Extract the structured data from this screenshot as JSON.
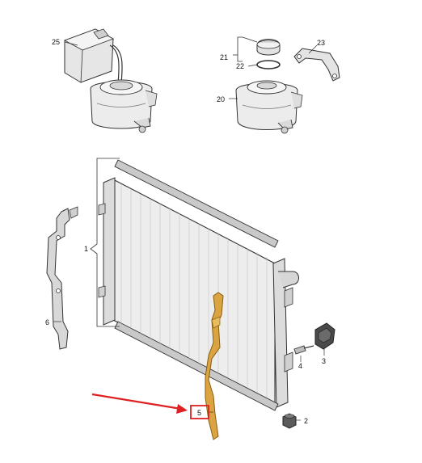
{
  "callouts": {
    "c1": "1",
    "c2": "2",
    "c3": "3",
    "c4": "4",
    "c5": "5",
    "c6": "6",
    "c20": "20",
    "c21": "21",
    "c22": "22",
    "c23": "23",
    "c25": "25"
  },
  "colors": {
    "highlight": "#d9a441",
    "arrow": "#e02020",
    "box": "#e02020",
    "line": "#333333",
    "part_fill": "#e9e9e9",
    "part_dark": "#bfbfbf"
  }
}
